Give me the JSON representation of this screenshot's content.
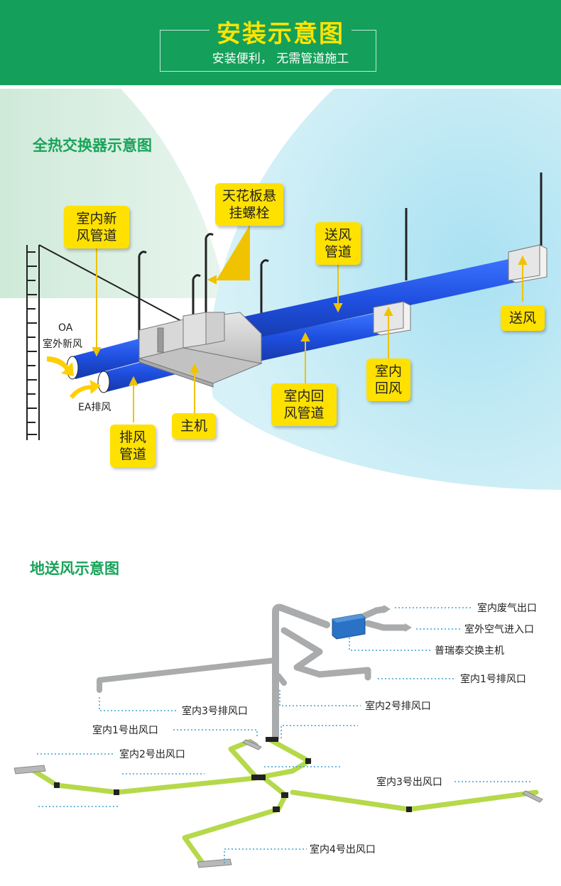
{
  "header": {
    "title": "安装示意图",
    "subtitle": "安装便利， 无需管道施工"
  },
  "section1": {
    "title": "全热交换器示意图",
    "callouts": {
      "indoor_fresh_duct": "室内新\n风管道",
      "ceiling_bolt": "天花板悬\n挂螺栓",
      "supply_duct": "送风\n管道",
      "supply_air": "送风",
      "indoor_return": "室内\n回风",
      "indoor_return_duct": "室内回\n风管道",
      "main_unit": "主机",
      "exhaust_duct": "排风\n管道"
    },
    "labels": {
      "oa_code": "OA",
      "oa_text": "室外新风",
      "ea": "EA排风"
    }
  },
  "section2": {
    "title": "地送风示意图",
    "labels": {
      "waste_outlet": "室内废气出口",
      "outdoor_inlet": "室外空气进入口",
      "host": "普瑞泰交换主机",
      "exhaust1": "室内1号排风口",
      "exhaust2": "室内2号排风口",
      "exhaust3": "室内3号排风口",
      "outlet1": "室内1号出风口",
      "outlet2": "室内2号出风口",
      "outlet3": "室内3号出风口",
      "outlet4": "室内4号出风口"
    }
  },
  "colors": {
    "brand_green": "#14a05a",
    "title_yellow": "#ffe400",
    "duct_blue": "#1f4fe0",
    "callout_yellow": "#ffe100",
    "floor_duct_green": "#b5d94a",
    "pipe_gray": "#a9abad"
  }
}
